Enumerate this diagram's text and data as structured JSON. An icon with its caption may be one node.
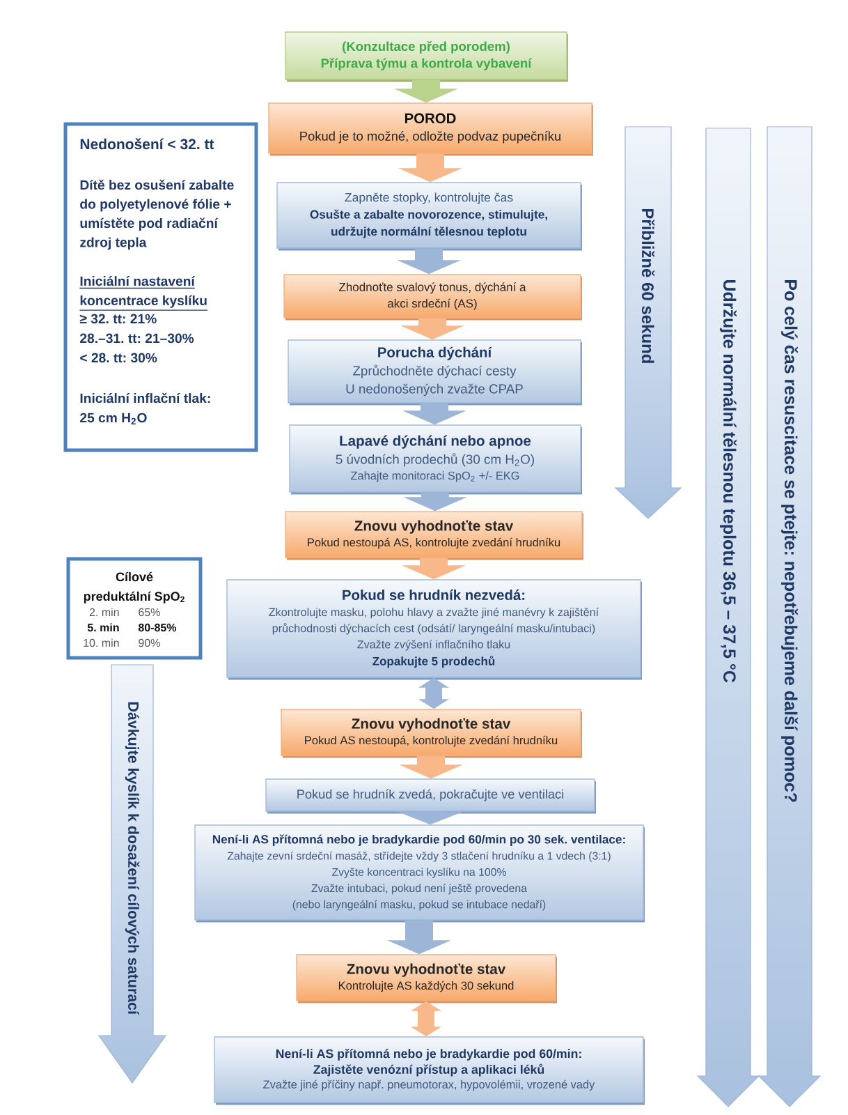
{
  "diagram": {
    "nodes": [
      {
        "text": [
          "(Konzultace před porodem)",
          "Příprava týmu a kontrola vybavení"
        ]
      },
      {
        "text": [
          "POROD",
          "Pokud je to možné, odložte podvaz pupečníku"
        ]
      },
      {
        "text": [
          "Zapněte stopky, kontrolujte čas",
          "Osušte a zabalte novorozence, stimulujte, udržujte normální tělesnou teplotu"
        ]
      },
      {
        "text": [
          "Zhodnoťte svalový tonus, dýchání a akci srdeční (AS)"
        ]
      },
      {
        "text": [
          "Porucha dýchání",
          "Zprůchodněte dýchací cesty",
          "U nedonošených zvažte CPAP"
        ]
      },
      {
        "text": [
          "Lapavé dýchání nebo apnoe",
          "5 úvodních prodechů (30 cm H$_{2}$O)",
          "Zahajte monitoraci SpO$_{2}$ +/- EKG"
        ]
      },
      {
        "text": [
          "Znovu vyhodnoťte stav",
          "Pokud nestoupá AS, kontrolujte zvedání hrudníku"
        ]
      },
      {
        "text": [
          "Pokud se hrudník nezvedá:",
          "Zkontrolujte masku, polohu hlavy a zvažte jiné manévry k zajištění průchodnosti dýchacích cest (odsátí/ laryngeální masku/intubaci)",
          "Zvažte zvýšení inflačního tlaku",
          "Zopakujte 5 prodechů"
        ]
      },
      {
        "text": [
          "Znovu vyhodnoťte stav",
          "Pokud AS nestoupá, kontrolujte zvedání hrudníku"
        ]
      },
      {
        "text": [
          "Pokud se hrudník zvedá, pokračujte ve ventilaci"
        ]
      },
      {
        "text": [
          "Není-li AS přítomná nebo je bradykardie pod 60/min po 30 sek. ventilace:",
          "Zahajte zevní srdeční masáž, střídejte vždy 3 stlačení hrudníku a 1 vdech (3:1)",
          "Zvyšte koncentraci kyslíku na 100%",
          "Zvažte intubaci, pokud není ještě provedena",
          "(nebo laryngeální masku, pokud se intubace nedaří)"
        ]
      },
      {
        "text": [
          "Znovu vyhodnoťte stav",
          "Kontrolujte AS každých 30 sekund"
        ]
      },
      {
        "text": [
          "Není-li AS přítomná nebo je bradykardie pod 60/min:",
          "Zajistěte venózní přístup a aplikaci léků",
          "Zvažte jiné příčiny např. pneumotorax, hypovolémii, vrozené vady"
        ]
      },
      {
        "text": [
          "Nedonošení < 32. tt",
          "Dítě bez osušení zabalte do polyetylenové fólie + umístěte pod radiační zdroj tepla",
          "Iniciální nastavení koncentrace kyslíku",
          "≥ 32. tt: 21%",
          "28.–31. tt: 21–30%",
          "< 28. tt: 30%",
          "Iniciální inflační tlak: 25 cm H$_{2}$O"
        ]
      },
      {
        "text": [
          "Cílové preduktální SpO$_{2}$",
          "2. min",
          "65%",
          "5. min",
          "80-85%",
          "10. min",
          "90%"
        ]
      },
      {
        "text": [
          "Dávkujte kyslík k dosažení cílových saturací"
        ]
      },
      {
        "text": [
          "Přibližně 60 sekund"
        ]
      },
      {
        "text": [
          "Udržujte normální tělesnou teplotu 36,5 – 37,5 °C"
        ]
      },
      {
        "text": [
          "Po celý čas resuscitace se ptejte: nepotřebujeme další pomoc?"
        ]
      }
    ],
    "edges": [
      {
        "from": 0,
        "to": 1,
        "arrow": "to",
        "color": "#b9d28c"
      },
      {
        "from": 1,
        "to": 2,
        "arrow": "to",
        "color": "#f9b88a"
      },
      {
        "from": 2,
        "to": 3,
        "arrow": "to",
        "color": "#9db6d8"
      },
      {
        "from": 3,
        "to": 4,
        "arrow": "to",
        "color": "#f9b88a"
      },
      {
        "from": 4,
        "to": 5,
        "arrow": "to",
        "color": "#9db6d8"
      },
      {
        "from": 5,
        "to": 6,
        "arrow": "to",
        "color": "#9db6d8"
      },
      {
        "from": 6,
        "to": 7,
        "arrow": "to",
        "color": "#f9b88a"
      },
      {
        "from": 7,
        "to": 8,
        "arrow": "both",
        "color": "#9db6d8"
      },
      {
        "from": 8,
        "to": 9,
        "arrow": "to",
        "color": "#f9b88a"
      },
      {
        "from": 9,
        "to": 10,
        "arrow": "to",
        "color": "#9db6d8"
      },
      {
        "from": 10,
        "to": 11,
        "arrow": "to",
        "color": "#9db6d8"
      },
      {
        "from": 11,
        "to": 12,
        "arrow": "both",
        "color": "#f9b88a"
      }
    ]
  }
}
